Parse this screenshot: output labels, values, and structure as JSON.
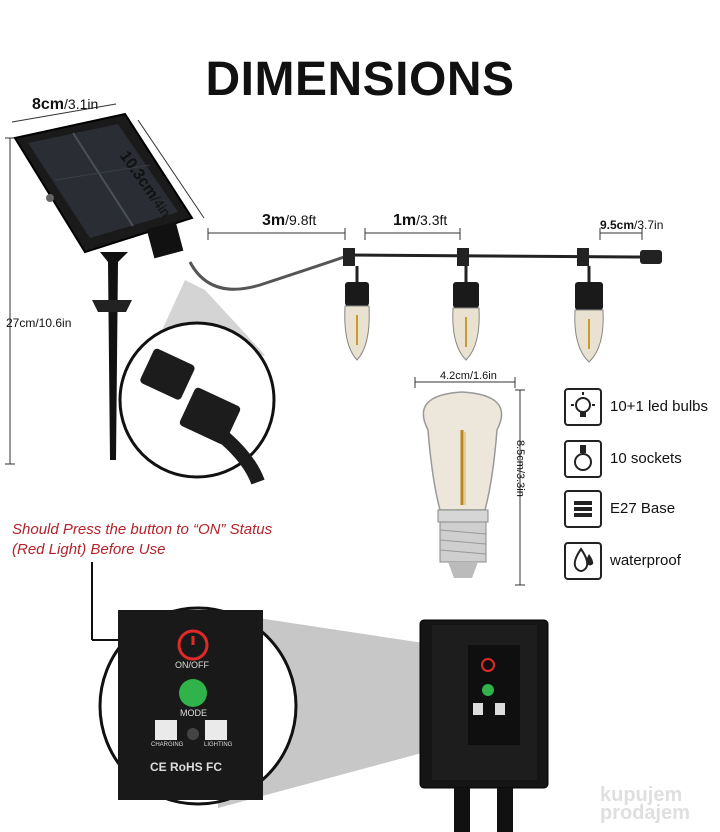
{
  "title": "DIMENSIONS",
  "dimensions": {
    "panel_width": {
      "bold": "8cm",
      "rest": "/3.1in"
    },
    "panel_depth": {
      "bold": "10.3cm",
      "rest": "/4in"
    },
    "stake_height": "27cm/10.6in",
    "lead_cable": {
      "bold": "3m",
      "rest": "/9.8ft"
    },
    "bulb_spacing": {
      "bold": "1m",
      "rest": "/3.3ft"
    },
    "end_length": {
      "bold": "9.5cm",
      "rest": "/3.7in"
    },
    "bulb_width": "4.2cm/1.6in",
    "bulb_height": "8.5cm/3.3in"
  },
  "features": [
    {
      "icon": "led-bulb-icon",
      "label": "10+1 led bulbs"
    },
    {
      "icon": "socket-icon",
      "label": "10 sockets"
    },
    {
      "icon": "e27-base-icon",
      "label": "E27 Base"
    },
    {
      "icon": "waterproof-icon",
      "label": "waterproof"
    }
  ],
  "warning": {
    "line1": "Should Press the button to “ON” Status",
    "line2": "(Red Light) Before Use"
  },
  "control_box": {
    "power_label": "ON/OFF",
    "mode_label": "MODE",
    "charging_label": "CHARGING",
    "lighting_label": "LIGHTING",
    "certifications": "CE RoHS FC"
  },
  "watermark": {
    "line1": "kupujem",
    "line2": "prodajem"
  },
  "colors": {
    "warning_red": "#b4232b",
    "power_red": "#e02a2a",
    "mode_green": "#2fb34a",
    "device_black": "#151515"
  }
}
